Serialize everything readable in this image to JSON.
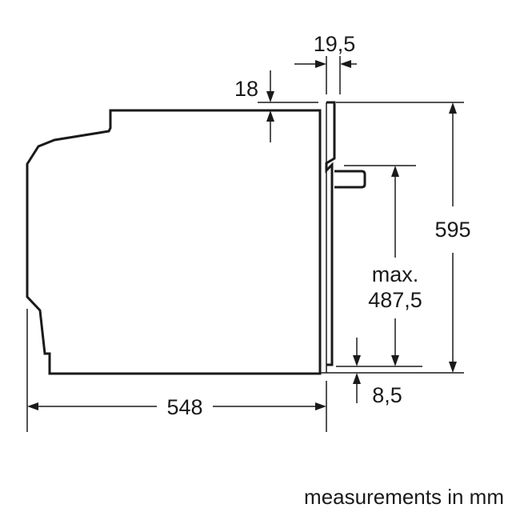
{
  "diagram": {
    "dimensions": {
      "top_gap_width": "19,5",
      "top_offset": "18",
      "total_height": "595",
      "max_label": "max.",
      "max_value": "487,5",
      "bottom_offset": "8,5",
      "depth": "548"
    },
    "note": "measurements in mm"
  }
}
